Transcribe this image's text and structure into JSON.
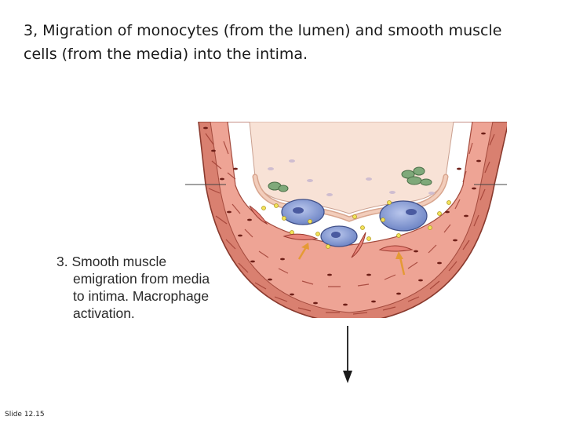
{
  "title": {
    "line1": "3, Migration of monocytes (from the lumen) and smooth muscle",
    "line2": "cells (from the media) into the intima."
  },
  "caption": {
    "line1": "3. Smooth muscle",
    "line2": "emigration from media",
    "line3": "to intima.  Macrophage",
    "line4": "activation."
  },
  "footer": {
    "slide_number": "Slide 12.15"
  },
  "colors": {
    "media_outer": "#d97a6a",
    "media_inner": "#eea092",
    "intima": "#ffffff",
    "lumen": "#f9e2d4",
    "macrophage": "#8aa0d6",
    "lipid": "#f0e060",
    "arrow_orange": "#f0a030",
    "platelet": "#6a9a6a"
  }
}
